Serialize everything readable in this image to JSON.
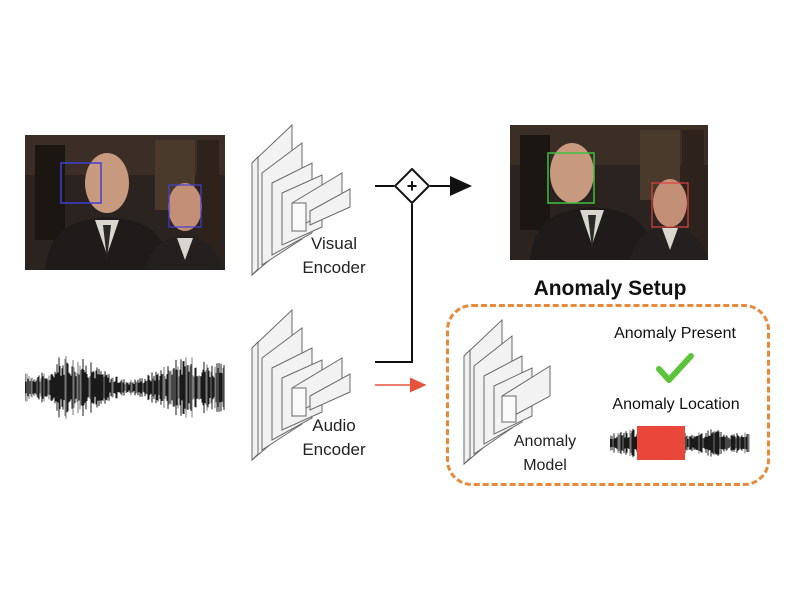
{
  "visual_encoder": {
    "line1": "Visual",
    "line2": "Encoder"
  },
  "audio_encoder": {
    "line1": "Audio",
    "line2": "Encoder"
  },
  "fusion": {
    "symbol": "+"
  },
  "anomaly_setup": {
    "title": "Anomaly Setup",
    "model_line1": "Anomaly",
    "model_line2": "Model",
    "present_label": "Anomaly Present",
    "location_label": "Anomaly Location"
  },
  "colors": {
    "arrow_main": "#111111",
    "arrow_audio_to_model": "#e5533d",
    "dashed_box": "#e8893a",
    "check": "#5cc43a",
    "anomaly_region": "#e8473a",
    "face_box_green": "#3fbf3f",
    "face_box_red": "#e04040",
    "face_box_blue": "#4040d0",
    "encoder_fill": "#f2f2f2",
    "encoder_stroke": "#6a6a6a"
  },
  "icons": [
    "video-frame-image",
    "audio-waveform",
    "encoder-stack-icon",
    "plus-diamond-icon",
    "checkmark-icon"
  ]
}
